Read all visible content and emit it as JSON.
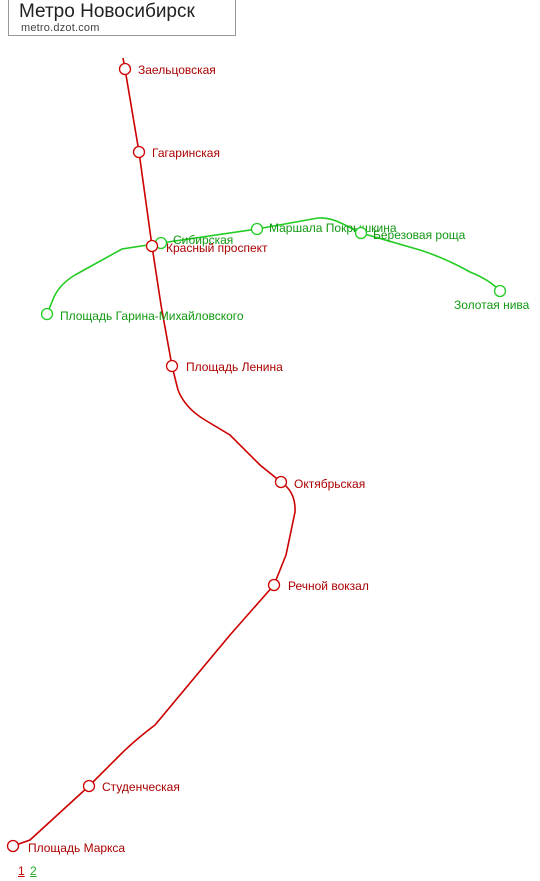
{
  "header": {
    "title": "Метро Новосибирск",
    "subtitle": "metro.dzot.com"
  },
  "colors": {
    "line1": "#cc0000",
    "line1_text": "#aa0000",
    "line2": "#22cc22",
    "line2_text": "#119911"
  },
  "lines": [
    {
      "id": "1",
      "color": "#cc0000"
    },
    {
      "id": "2",
      "color": "#22cc22"
    }
  ],
  "stations": {
    "l1_zaeltsovskaya": "Заельцовская",
    "l1_gagarinskaya": "Гагаринская",
    "l1_krasny_prospekt": "Красный проспект",
    "l1_ploshchad_lenina": "Площадь Ленина",
    "l1_oktyabrskaya": "Октябрьская",
    "l1_rechnoy_vokzal": "Речной вокзал",
    "l1_studencheskaya": "Студенческая",
    "l1_ploshchad_marksa": "Площадь Маркса",
    "l2_ploshchad_garina": "Площадь Гарина-Михайловского",
    "l2_sibirskaya": "Сибирская",
    "l2_marshala_pokryshkina": "Маршала Покрышкина",
    "l2_berezovaya_roshcha": "Березовая роща",
    "l2_zolotaya_niva": "Золотая нива"
  },
  "legend": {
    "line1_link": "1",
    "line2_link": "2"
  }
}
